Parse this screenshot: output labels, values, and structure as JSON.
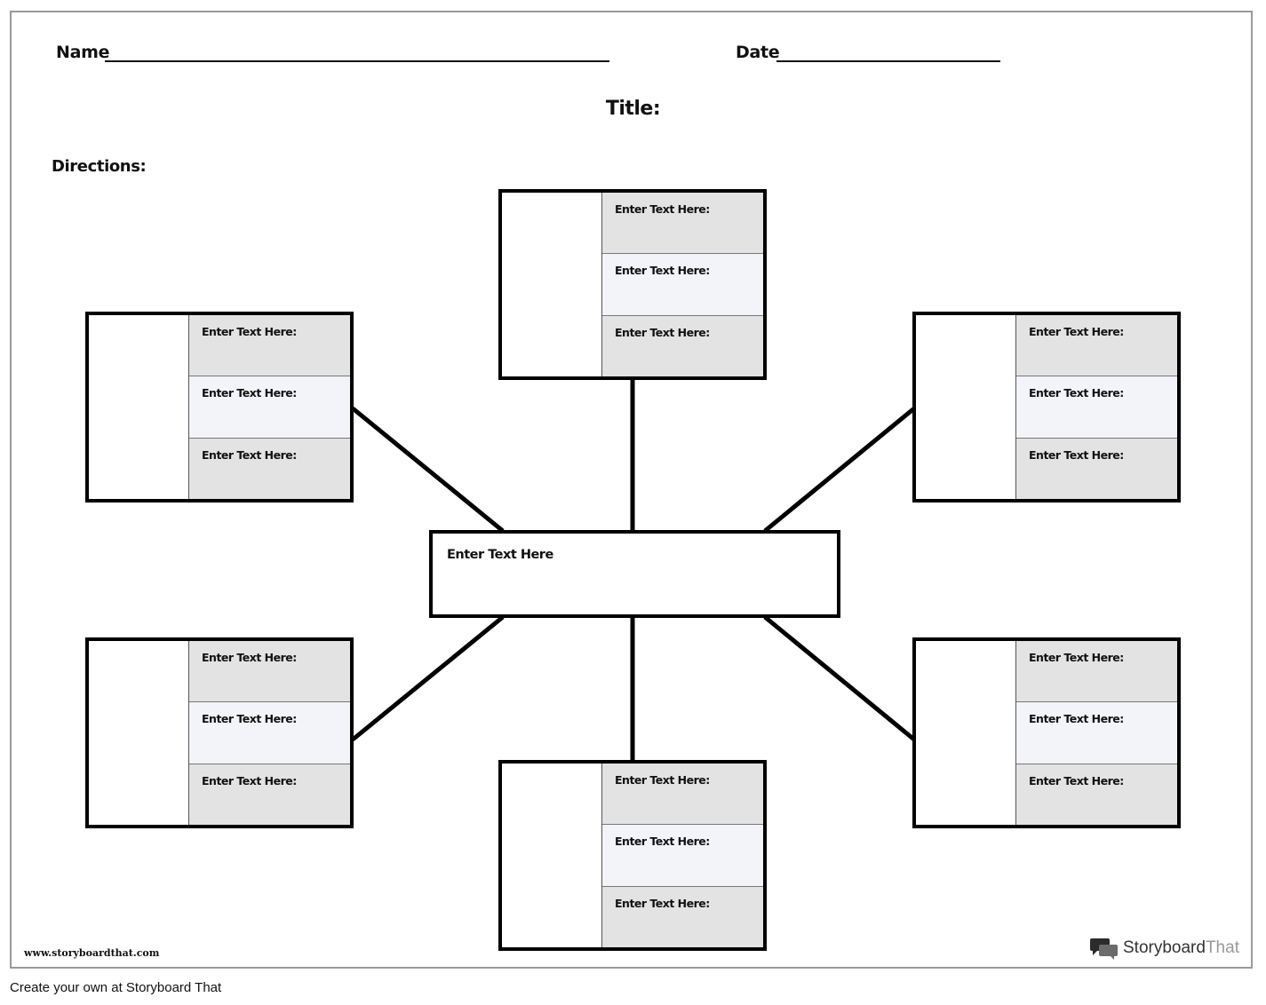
{
  "header": {
    "name_label": "Name",
    "date_label": "Date",
    "title_label": "Title:",
    "directions_label": "Directions:"
  },
  "center": {
    "label": "Enter Text Here"
  },
  "nodes": [
    {
      "id": "top",
      "rows": [
        "Enter Text Here:",
        "Enter Text Here:",
        "Enter Text Here:"
      ]
    },
    {
      "id": "upper-left",
      "rows": [
        "Enter Text Here:",
        "Enter Text Here:",
        "Enter Text Here:"
      ]
    },
    {
      "id": "upper-right",
      "rows": [
        "Enter Text Here:",
        "Enter Text Here:",
        "Enter Text Here:"
      ]
    },
    {
      "id": "lower-left",
      "rows": [
        "Enter Text Here:",
        "Enter Text Here:",
        "Enter Text Here:"
      ]
    },
    {
      "id": "lower-right",
      "rows": [
        "Enter Text Here:",
        "Enter Text Here:",
        "Enter Text Here:"
      ]
    },
    {
      "id": "bottom",
      "rows": [
        "Enter Text Here:",
        "Enter Text Here:",
        "Enter Text Here:"
      ]
    }
  ],
  "footer": {
    "site_url": "www.storyboardthat.com",
    "logo_part1": "Storyboard",
    "logo_part2": "That",
    "credit": "Create your own at Storyboard That"
  },
  "colors": {
    "row_gray": "#e3e3e3",
    "row_light": "#f3f4fa",
    "border": "#000000"
  }
}
